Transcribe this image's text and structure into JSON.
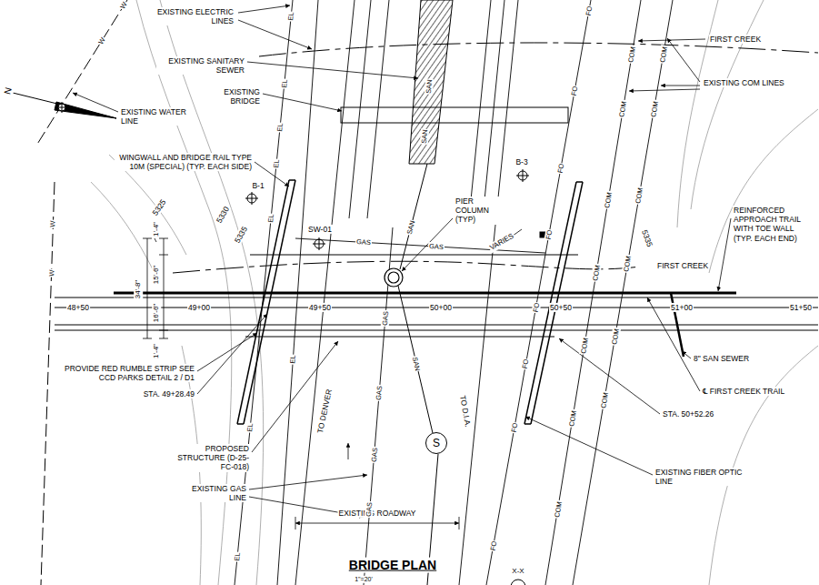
{
  "diagram": {
    "title": "BRIDGE PLAN",
    "nodes": [
      {
        "text": [
          "S"
        ]
      }
    ],
    "labels": [
      "EXISTING ELECTRIC LINES",
      "EXISTING SANITARY SEWER",
      "EXISTING BRIDGE",
      "EXISTING WATER LINE",
      "WINGWALL AND BRIDGE RAIL TYPE 10M (SPECIAL) (TYP. EACH SIDE)",
      "5325",
      "5330",
      "5335",
      "5335",
      "B-1",
      "B-3",
      "SW-01",
      "PIER COLUMN (TYP)",
      "VARIES",
      "FIRST CREEK",
      "EXISTING COM LINES",
      "REINFORCED APPROACH TRAIL WITH TOE WALL (TYP. EACH END)",
      "FIRST CREEK",
      "1'-4\"",
      "15'-6\"",
      "34'-8\"",
      "16'-6\"",
      "1'-4\"",
      "48+50",
      "49+00",
      "49+50",
      "50+00",
      "50+50",
      "51+00",
      "51+50",
      "8\" SAN SEWER",
      "℄ FIRST CREEK TRAIL",
      "STA. 50+52.26",
      "EXISTING FIBER OPTIC LINE",
      "PROVIDE RED RUMBLE STRIP SEE CCD PARKS DETAIL 2 / D1",
      "STA. 49+28.49",
      "PROPOSED STRUCTURE (D-25-FC-018)",
      "TO DENVER",
      "TO D.I.A.",
      "EXISTING GAS LINE",
      "EXISTING ROADWAY",
      "1\"=20'",
      "X-X",
      "N",
      "EL",
      "EL",
      "EL",
      "EL",
      "EL",
      "EL",
      "EL",
      "EL",
      "W",
      "W",
      "W",
      "W",
      "GAS",
      "GAS",
      "GAS",
      "GAS",
      "GAS",
      "GAS",
      "SAN",
      "SAN",
      "SAN",
      "SAN",
      "FO",
      "FO",
      "FO",
      "FO",
      "FO",
      "FO",
      "FO",
      "FO",
      "COM",
      "COM",
      "COM",
      "COM",
      "COM",
      "COM",
      "COM",
      "COM",
      "COM",
      "COM",
      "COM",
      "COM",
      "COM"
    ]
  }
}
